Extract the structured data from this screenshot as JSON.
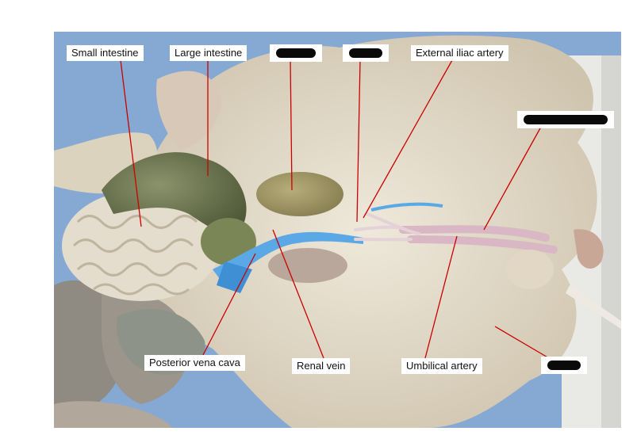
{
  "figure": {
    "subject": "dissected fetal pig abdominal cavity, ventral view",
    "colors": {
      "background_blue": "#7fa6d6",
      "tissue": "#e8e0cf",
      "intestine_green": "#6f7a50",
      "vein_blue": "#5aa9e6",
      "artery_pink": "#d9b7c4",
      "leader_line": "#cc0000"
    }
  },
  "labels": {
    "small_intestine": "Small intestine",
    "large_intestine": "Large intestine",
    "external_iliac_artery": "External iliac artery",
    "posterior_vena_cava": "Posterior vena cava",
    "renal_vein": "Renal vein",
    "umbilical_artery": "Umbilical artery"
  },
  "redacted_labels": [
    "redacted-1",
    "redacted-2",
    "redacted-3",
    "redacted-4"
  ]
}
